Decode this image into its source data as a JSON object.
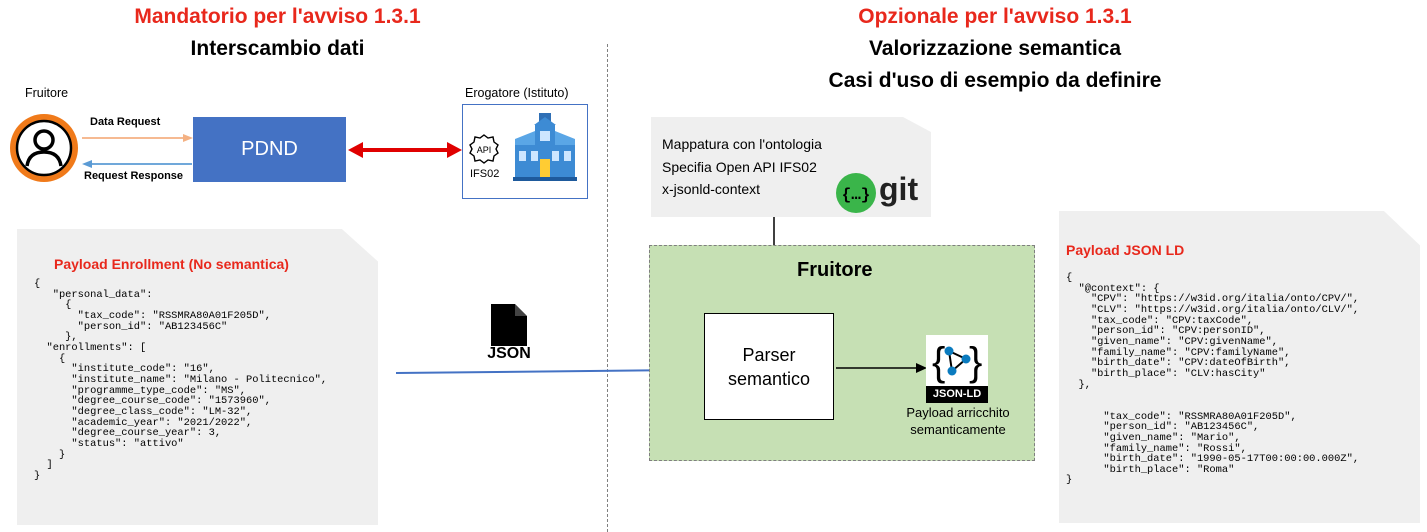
{
  "left": {
    "title_red": "Mandatorio per l'avviso 1.3.1",
    "title_black": "Interscambio dati",
    "fruitore_label": "Fruitore",
    "data_request": "Data Request",
    "request_response": "Request Response",
    "pdnd": "PDND",
    "erogatore_label": "Erogatore (Istituto)",
    "api_icon_text": "API",
    "ifs02": "IFS02",
    "payload_title": "Payload Enrollment (No semantica)",
    "payload_code": "{\n   \"personal_data\":\n     {\n       \"tax_code\": \"RSSMRA80A01F205D\",\n       \"person_id\": \"AB123456C\"\n     },\n  \"enrollments\": [\n    {\n      \"institute_code\": \"16\",\n      \"institute_name\": \"Milano - Politecnico\",\n      \"programme_type_code\": \"MS\",\n      \"degree_course_code\": \"1573960\",\n      \"degree_class_code\": \"LM-32\",\n      \"academic_year\": \"2021/2022\",\n      \"degree_course_year\": 3,\n      \"status\": \"attivo\"\n    }\n  ]\n}"
  },
  "middle": {
    "json_icon_label": "JSON"
  },
  "right": {
    "title_red": "Opzionale per l'avviso 1.3.1",
    "title_line1": "Valorizzazione semantica",
    "title_line2": "Casi d'uso di esempio da definire",
    "onto_line1": "Mappatura con l'ontologia",
    "onto_line2": "Specifia Open API IFS02",
    "onto_line3": "x-jsonld-context",
    "git_text": "git",
    "fruitore_title": "Fruitore",
    "parser_line1": "Parser",
    "parser_line2": "semantico",
    "jsonld_label": "JSON-LD",
    "payload_rich_line1": "Payload arricchito",
    "payload_rich_line2": "semanticamente",
    "payload_title": "Payload JSON LD",
    "payload_code": "{\n  \"@context\": {\n    \"CPV\": \"https://w3id.org/italia/onto/CPV/\",\n    \"CLV\": \"https://w3id.org/italia/onto/CLV/\",\n    \"tax_code\": \"CPV:taxCode\",\n    \"person_id\": \"CPV:personID\",\n    \"given_name\": \"CPV:givenName\",\n    \"family_name\": \"CPV:familyName\",\n    \"birth_date\": \"CPV:dateOfBirth\",\n    \"birth_place\": \"CLV:hasCity\"\n  },\n\n\n      \"tax_code\": \"RSSMRA80A01F205D\",\n      \"person_id\": \"AB123456C\",\n      \"given_name\": \"Mario\",\n      \"family_name\": \"Rossi\",\n      \"birth_date\": \"1990-05-17T00:00:00.000Z\",\n      \"birth_place\": \"Roma\"\n}"
  },
  "colors": {
    "red_title": "#e8281c",
    "pdnd_blue": "#4472c4",
    "request_arrow": "#f4b183",
    "response_arrow": "#5b9bd5",
    "double_arrow": "#e00000",
    "avatar_orange": "#f07a1a",
    "fruitore_green": "#c6e0b4",
    "git_green": "#3ab54a",
    "card_grey": "#efefef",
    "building_blue": "#3d8bd4"
  }
}
